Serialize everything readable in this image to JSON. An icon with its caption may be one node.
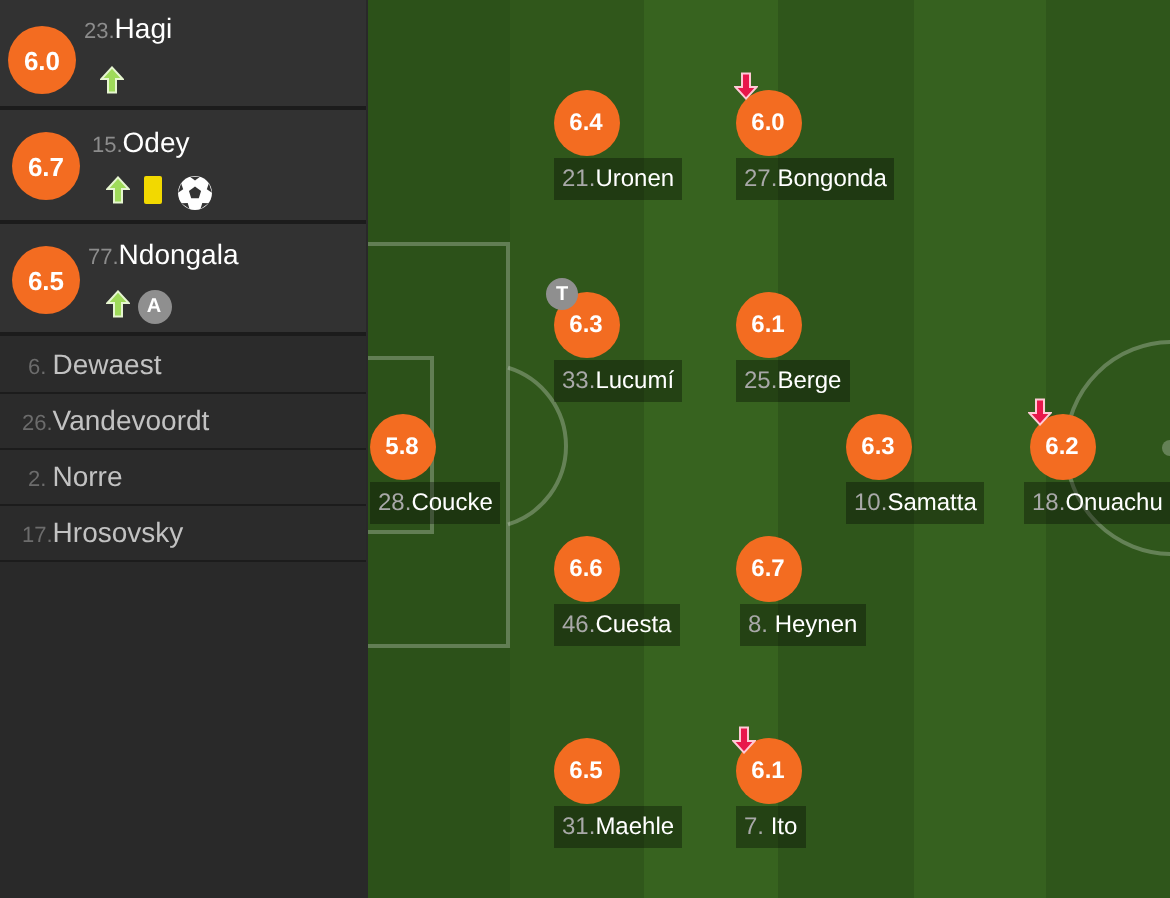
{
  "diagram": {
    "nodes": [
      {
        "text": [
          "23.Hagi"
        ]
      },
      {
        "text": [
          "6.0"
        ],
        "in": 0
      },
      {
        "text": [
          "15.Odey"
        ]
      },
      {
        "text": [
          "6.7"
        ],
        "in": 2
      },
      {
        "text": [
          "77.Ndongala"
        ]
      },
      {
        "text": [
          "6.5"
        ],
        "in": 4
      },
      {
        "text": [
          "A"
        ],
        "in": 4
      },
      {
        "text": [
          "6. Dewaest"
        ]
      },
      {
        "text": [
          "26.Vandevoordt"
        ]
      },
      {
        "text": [
          "2. Norre"
        ]
      },
      {
        "text": [
          "17.Hrosovsky"
        ]
      },
      {
        "text": [
          "6.4"
        ],
        "beside": [
          "21.Uronen"
        ]
      },
      {
        "text": [
          "6.0"
        ],
        "beside": [
          "27.Bongonda"
        ]
      },
      {
        "text": [
          "T"
        ]
      },
      {
        "text": [
          "6.3"
        ],
        "beside": [
          "33.Lucumí"
        ]
      },
      {
        "text": [
          "6.1"
        ],
        "beside": [
          "25.Berge"
        ]
      },
      {
        "text": [
          "5.8"
        ],
        "beside": [
          "28.Coucke"
        ]
      },
      {
        "text": [
          "6.3"
        ],
        "beside": [
          "10.Samatta"
        ]
      },
      {
        "text": [
          "6.2"
        ],
        "beside": [
          "18.Onuachu"
        ]
      },
      {
        "text": [
          "6.6"
        ],
        "beside": [
          "46.Cuesta"
        ]
      },
      {
        "text": [
          "6.7"
        ],
        "beside": [
          "8. Heynen"
        ]
      },
      {
        "text": [
          "6.5"
        ],
        "beside": [
          "31.Maehle"
        ]
      },
      {
        "text": [
          "6.1"
        ],
        "beside": [
          "7. Ito"
        ]
      }
    ]
  }
}
